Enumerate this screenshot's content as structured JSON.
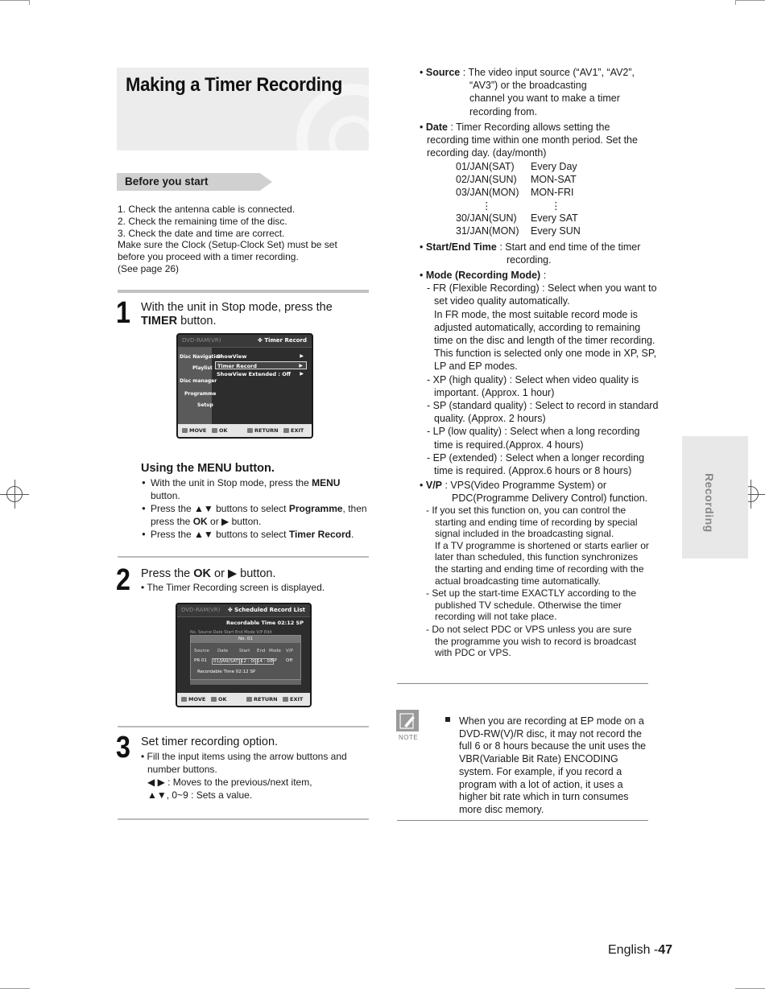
{
  "title": "Making a Timer Recording",
  "before_heading": "Before you start",
  "before_lines": [
    "1. Check the antenna cable is connected.",
    "2. Check the remaining time of the disc.",
    "3. Check the date and time are correct.",
    "Make sure the Clock (Setup-Clock Set) must be set",
    "before you proceed with a timer recording.",
    "(See page 26)"
  ],
  "step1": {
    "num": "1",
    "line1": "With the unit in Stop mode, press the",
    "bold": "TIMER",
    "rest": " button."
  },
  "screen1": {
    "disc": "DVD-RAM(VR)",
    "header": "✤ Timer Record",
    "side": [
      "Disc Navigation",
      "Playlist",
      "Disc manager",
      "Programme",
      "Setup"
    ],
    "items": [
      "ShowView",
      "Timer Record",
      "ShowView Extended : Off"
    ],
    "foot": [
      "MOVE",
      "OK",
      "RETURN",
      "EXIT"
    ]
  },
  "menu_section": {
    "heading": "Using the MENU button.",
    "b1a": "With the unit in Stop mode, press the ",
    "b1b": "MENU",
    "b1c": "button.",
    "b2a": "Press the ▲▼ buttons to select ",
    "b2b": "Programme",
    "b2c": ", then",
    "b2d": "press the ",
    "b2e": "OK",
    "b2f": " or  ▶ button.",
    "b3a": "Press the ▲▼ buttons to select ",
    "b3b": "Timer Record",
    "b3c": "."
  },
  "step2": {
    "num": "2",
    "a": "Press the ",
    "ok": "OK",
    "b": " or ▶ button.",
    "sub": "• The Timer Recording screen is displayed."
  },
  "screen2": {
    "disc": "DVD-RAM(VR)",
    "header": "✤ Scheduled Record List",
    "rec_time": "Recordable Time 02:12 SP",
    "bg_cols": "No. Source    Date       Start    End   Mode   V/P   Edit",
    "no": "No. 01",
    "cols": [
      "Source",
      "Date",
      "Start",
      "End",
      "Mode",
      "V/P"
    ],
    "vals": [
      "PR 01",
      "01/JAN(SAT)",
      "12 : 00",
      "14 : 00",
      "SP",
      "Off"
    ],
    "rec_time2": "Recordable Time 02:12 SP",
    "foot": [
      "MOVE",
      "OK",
      "RETURN",
      "EXIT"
    ]
  },
  "step3": {
    "num": "3",
    "head": "Set timer recording option.",
    "l1": "• Fill the input items using the arrow buttons and",
    "l2": "number buttons.",
    "l3": "◀ ▶ : Moves to the previous/next item,",
    "l4": "▲▼, 0~9 : Sets a value."
  },
  "right": {
    "source_label": "Source",
    "source_lines": [
      " : The video input source (“AV1”, “AV2”,",
      "“AV3”) or the broadcasting",
      "channel you want to make a timer",
      "recording from."
    ],
    "date_label": "Date",
    "date_lines": [
      " : Timer Recording allows setting the",
      "recording time within one month period. Set the",
      "recording day. (day/month)"
    ],
    "date_rows": [
      [
        "01/JAN(SAT)",
        "Every Day"
      ],
      [
        "02/JAN(SUN)",
        "MON-SAT"
      ],
      [
        "03/JAN(MON)",
        "MON-FRI"
      ],
      [
        "30/JAN(SUN)",
        "Every SAT"
      ],
      [
        "31/JAN(MON)",
        "Every SUN"
      ]
    ],
    "dots": "⋮",
    "start_label": "Start/End Time",
    "start_lines": [
      " : Start and end time of the timer",
      "recording."
    ],
    "mode_label": "Mode (Recording Mode)",
    "mode_colon": " :",
    "mode_lines": [
      "- FR (Flexible Recording) : Select when you want to",
      "set video quality automatically.",
      "In FR mode, the most suitable record mode is",
      "adjusted automatically, according to remaining",
      "time on the disc and length of the timer recording.",
      "This function is selected only one mode in XP, SP,",
      "LP and EP modes.",
      "- XP (high quality) : Select when video quality is",
      "important. (Approx. 1 hour)",
      "- SP (standard quality) : Select to record in standard",
      "quality. (Approx. 2 hours)",
      "- LP (low quality) : Select when a long recording",
      "time is required.(Approx. 4 hours)",
      "- EP (extended) : Select when a longer recording",
      "time is required. (Approx.6 hours or 8 hours)"
    ],
    "vp_label": "V/P",
    "vp_lines": [
      " : VPS(Video Programme System) or",
      "PDC(Programme Delivery Control) function."
    ],
    "vp_sub": [
      "-  If you set this function on, you can control the",
      "starting and ending time of recording by special",
      "signal included in the broadcasting signal.",
      "If a TV programme is shortened or starts earlier or",
      "later than scheduled, this function synchronizes",
      "the starting and ending time of recording with the",
      "actual broadcasting time automatically.",
      "-  Set up the start-time EXACTLY according to the",
      "published TV schedule. Otherwise the timer",
      "recording will not take place.",
      "-  Do not select PDC or VPS unless you are sure",
      "the programme you wish to record is broadcast",
      "with PDC or VPS."
    ]
  },
  "side_tab": "Recording",
  "note_label": "NOTE",
  "note_lines": [
    "When you are recording at EP mode on a",
    "DVD-RW(V)/R disc, it may not record the",
    "full 6 or 8 hours because the unit uses the",
    "VBR(Variable Bit Rate) ENCODING",
    "system. For example, if you record a",
    "program with a lot of action, it uses a",
    "higher bit rate which in turn consumes",
    "more disc memory."
  ],
  "page_lang": "English -",
  "page_num": "47"
}
